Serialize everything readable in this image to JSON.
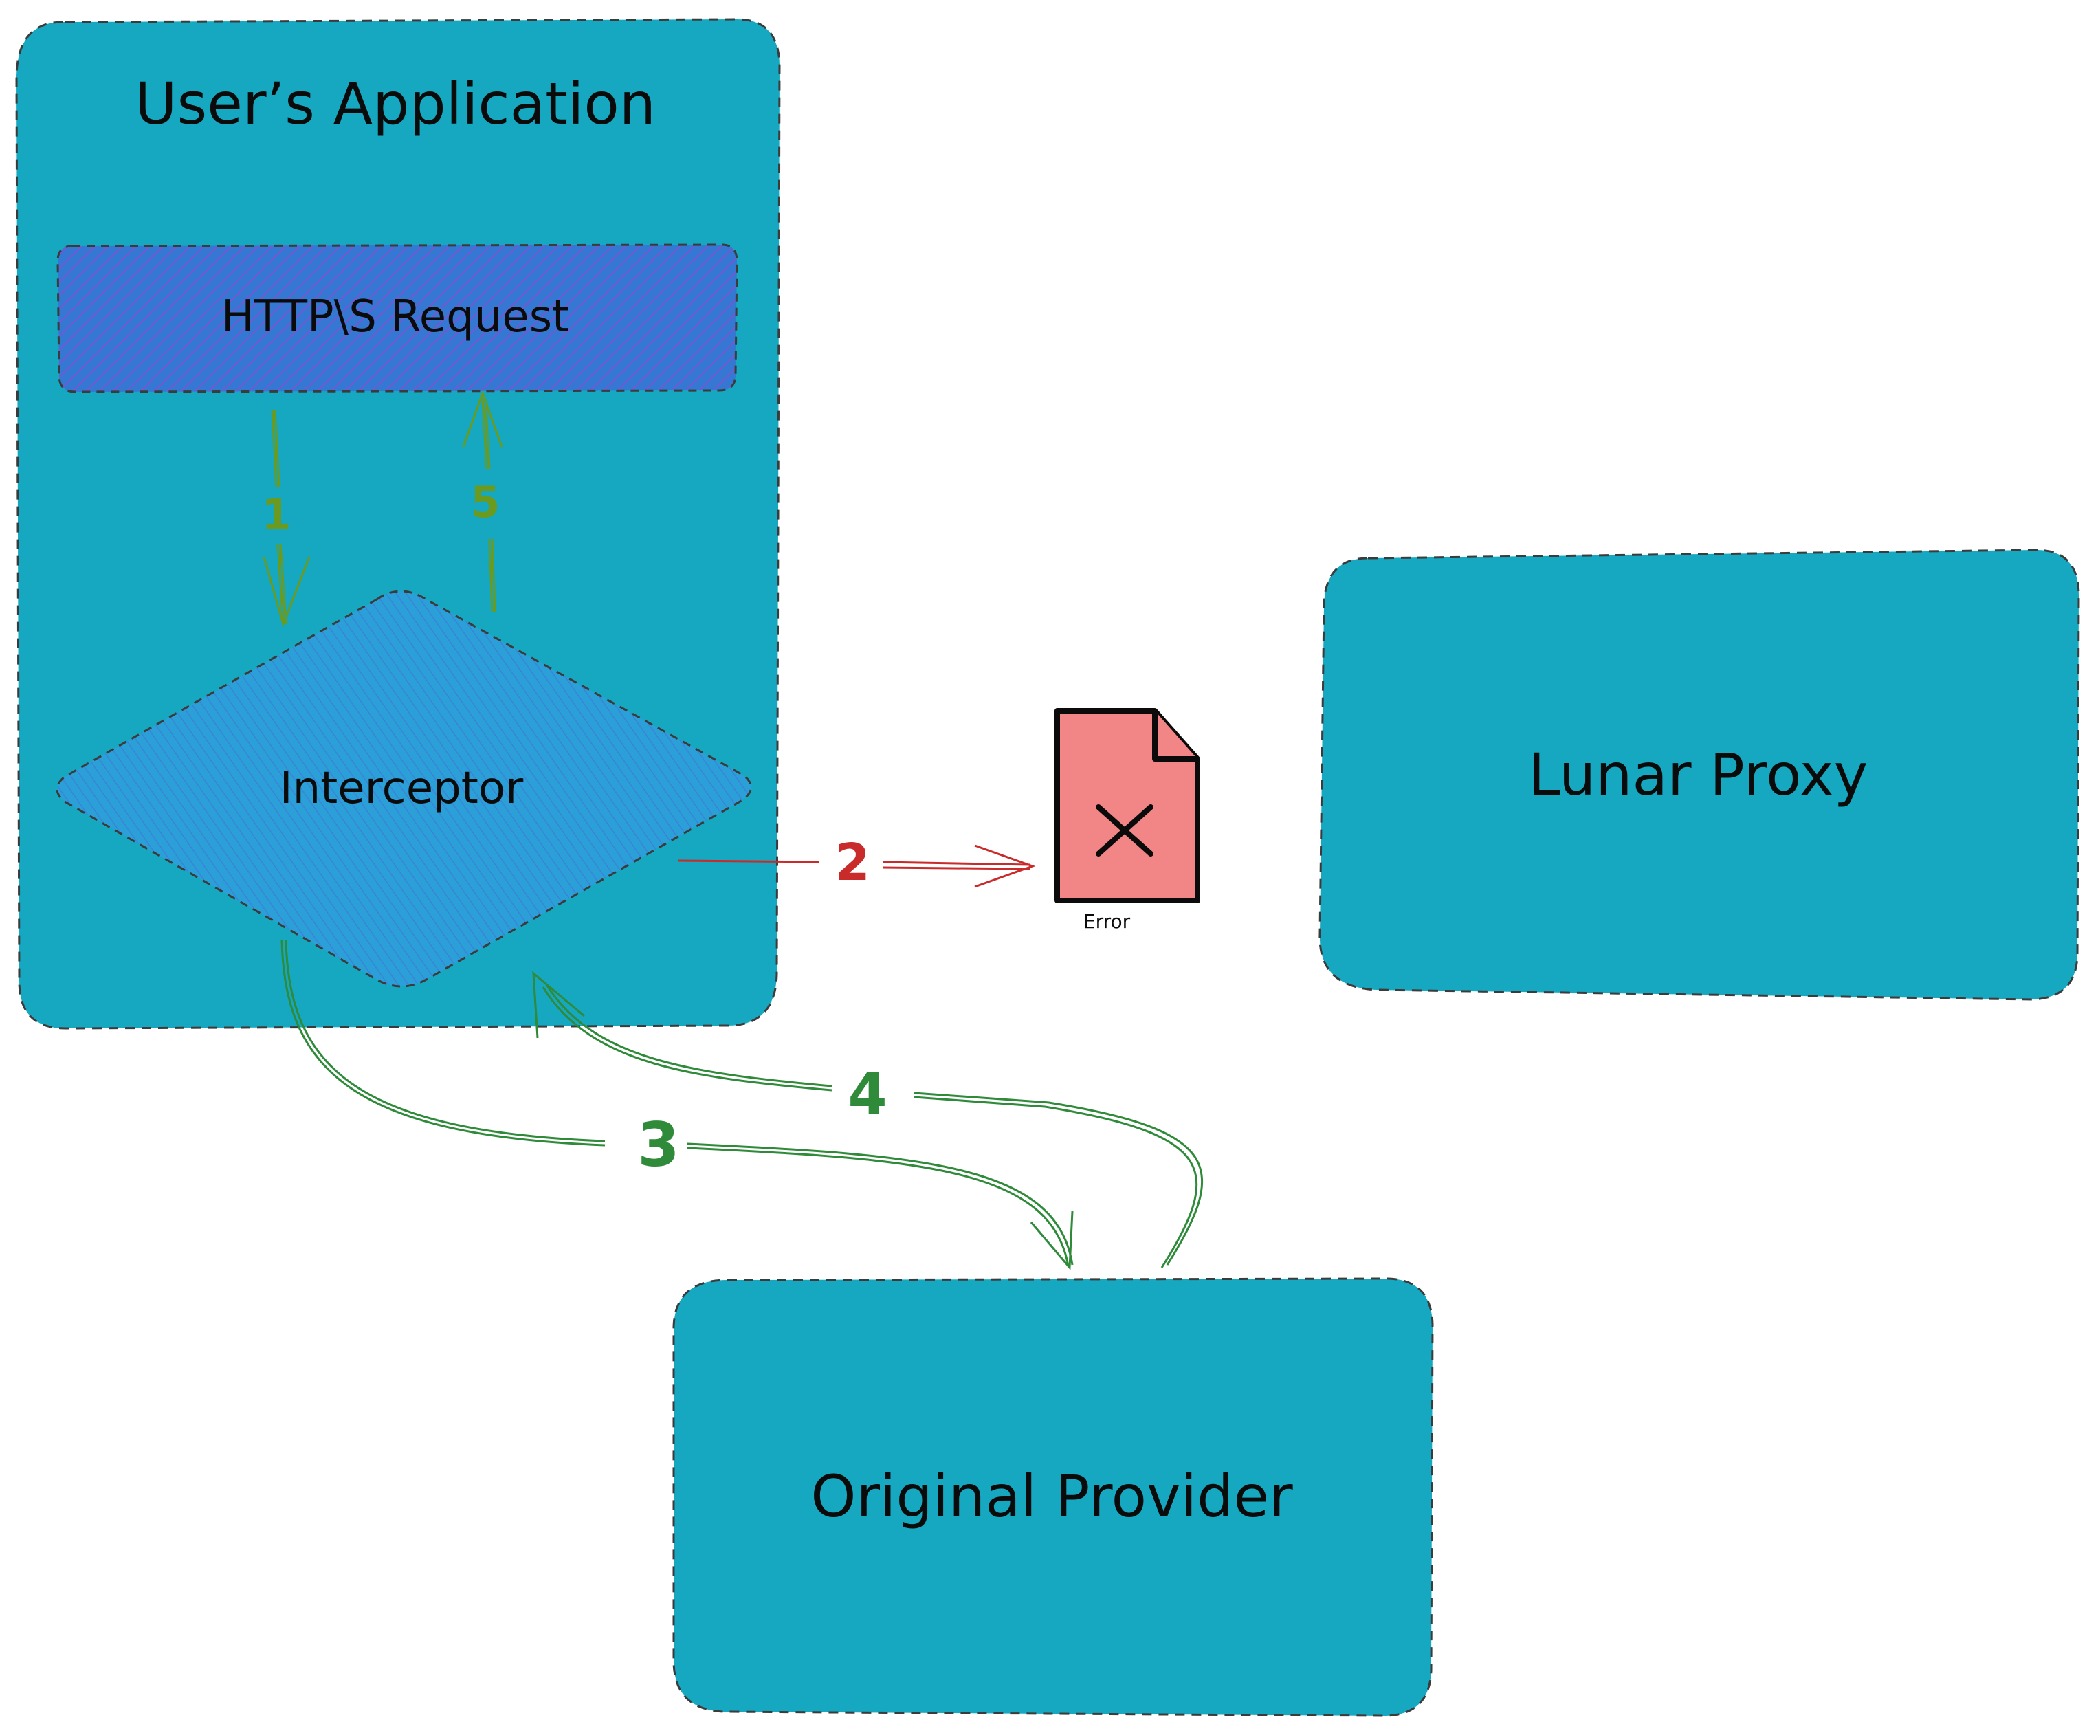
{
  "nodes": {
    "users_application": {
      "label": "User’s Application"
    },
    "http_request": {
      "label": "HTTP\\S Request"
    },
    "interceptor": {
      "label": "Interceptor"
    },
    "error": {
      "label": "Error"
    },
    "lunar_proxy": {
      "label": "Lunar Proxy"
    },
    "original_provider": {
      "label": "Original Provider"
    }
  },
  "edges": {
    "step1": {
      "label": "1",
      "color": "#6a9a1f"
    },
    "step2": {
      "label": "2",
      "color": "#c92a2a"
    },
    "step3": {
      "label": "3",
      "color": "#2f8a3a"
    },
    "step4": {
      "label": "4",
      "color": "#2f8a3a"
    },
    "step5": {
      "label": "5",
      "color": "#6a9a1f"
    }
  },
  "colors": {
    "box_fill": "#15a8c0",
    "request_fill": "#3d7fd6",
    "interceptor_fill": "#2e9ed8",
    "error_fill": "#f28585",
    "dash_stroke": "#3b3b3b"
  }
}
